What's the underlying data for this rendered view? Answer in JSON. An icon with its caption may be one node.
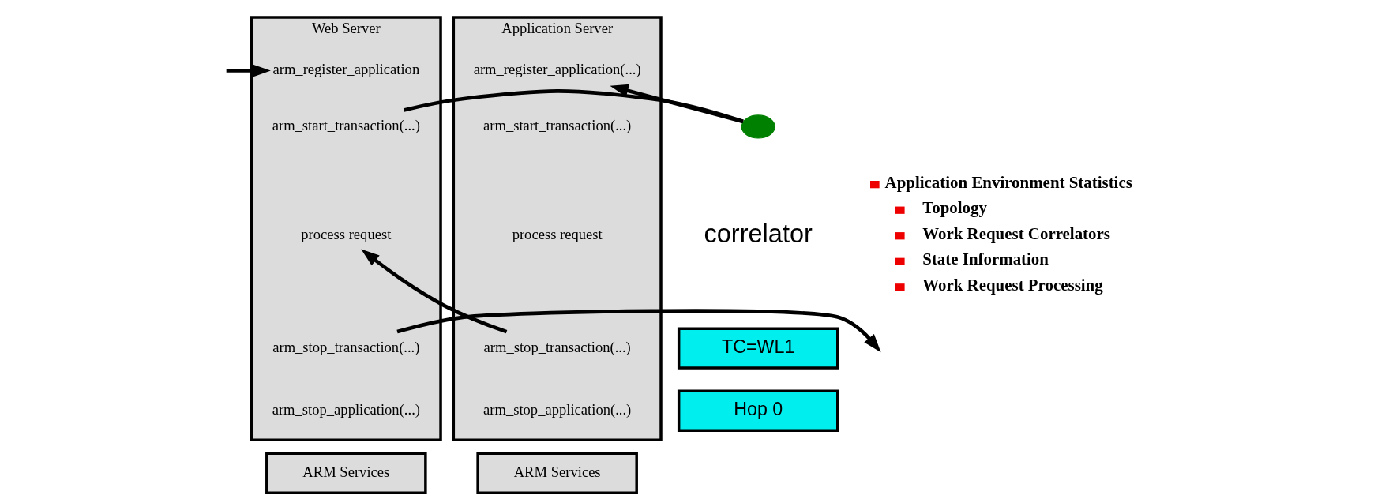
{
  "diagram": {
    "nodes": [
      {
        "text": [
          "Web Server"
        ]
      },
      {
        "text": [
          "arm_register_application"
        ],
        "in": 0
      },
      {
        "text": [
          "arm_start_transaction(...)"
        ],
        "in": 0
      },
      {
        "text": [
          "process request"
        ],
        "in": 0
      },
      {
        "text": [
          "arm_stop_transaction(...)"
        ],
        "in": 0
      },
      {
        "text": [
          "arm_stop_application(...)"
        ],
        "in": 0
      },
      {
        "text": [
          "ARM Services"
        ]
      },
      {
        "text": [
          "Application Server"
        ]
      },
      {
        "text": [
          "arm_register_application(...)"
        ],
        "in": 7
      },
      {
        "text": [
          "arm_start_transaction(...)"
        ],
        "in": 7
      },
      {
        "text": [
          "process request"
        ],
        "in": 7
      },
      {
        "text": [
          "arm_stop_transaction(...)"
        ],
        "in": 7
      },
      {
        "text": [
          "arm_stop_application(...)"
        ],
        "in": 7
      },
      {
        "text": [
          "ARM Services"
        ]
      },
      {
        "text": [],
        "shape": "ellipse"
      },
      {
        "text": [
          "TC=WL1"
        ]
      },
      {
        "text": [
          "Hop 0"
        ]
      }
    ],
    "edges": [
      {
        "from": null,
        "to": 1,
        "arrow": "to"
      },
      {
        "from": 2,
        "to": 14,
        "arrow": "none"
      },
      {
        "from": 14,
        "to": 8,
        "arrow": "to"
      },
      {
        "from": 11,
        "to": 3,
        "arrow": "to"
      },
      {
        "from": 4,
        "to": null,
        "arrow": "to"
      }
    ],
    "labels": [
      "Application Environment Statistics",
      "Topology",
      "Work Request Correlators",
      "State Information",
      "Work Request Processing",
      "correlator"
    ]
  }
}
